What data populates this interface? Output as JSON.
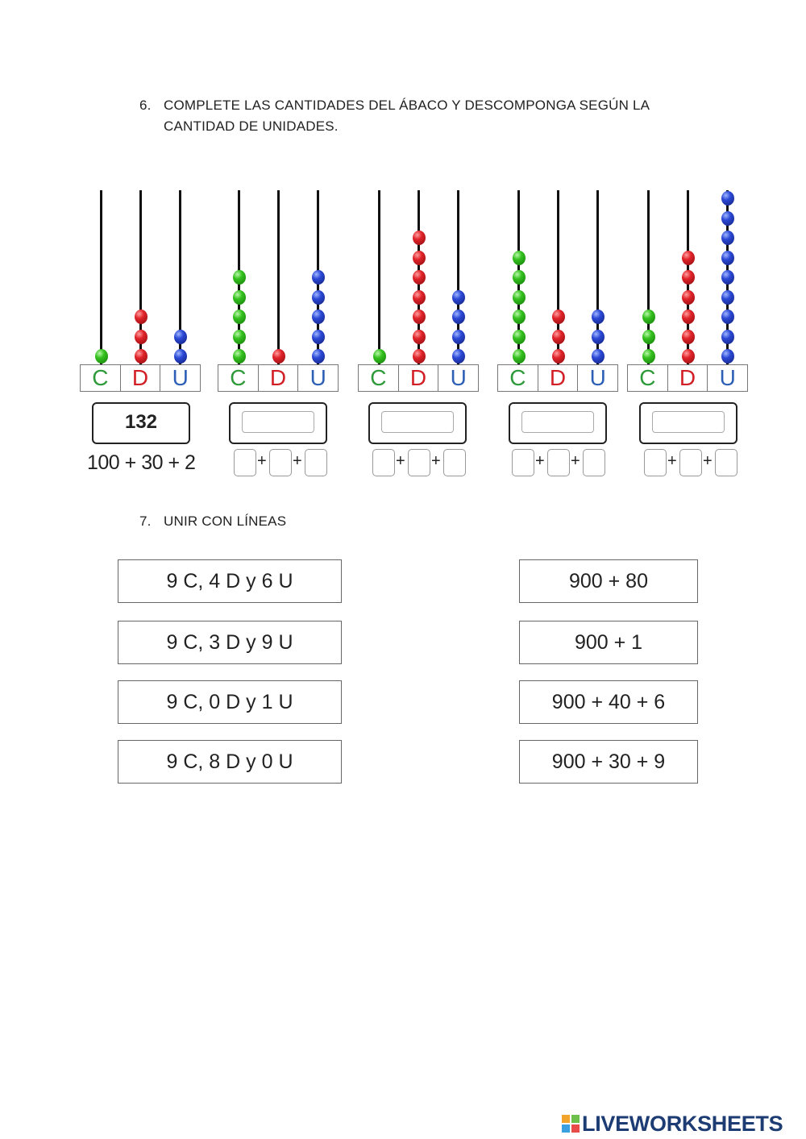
{
  "section6": {
    "number": "6.",
    "text_line1": "COMPLETE LAS CANTIDADES DEL ÁBACO Y DESCOMPONGA SEGÚN LA",
    "text_line2": "CANTIDAD DE UNIDADES."
  },
  "abacus_labels": {
    "c": "C",
    "d": "D",
    "u": "U"
  },
  "colors": {
    "c": "#2e9a3a",
    "d": "#d21f26",
    "u": "#2c5fb5"
  },
  "abaci": [
    {
      "beads": [
        1,
        3,
        2
      ],
      "answer": "132",
      "decomposition": "100 + 30 + 2"
    },
    {
      "beads": [
        5,
        1,
        5
      ],
      "answer": "",
      "decomposition": ""
    },
    {
      "beads": [
        1,
        7,
        4
      ],
      "answer": "",
      "decomposition": ""
    },
    {
      "beads": [
        6,
        3,
        3
      ],
      "answer": "",
      "decomposition": ""
    },
    {
      "beads": [
        3,
        6,
        9
      ],
      "answer": "",
      "decomposition": ""
    }
  ],
  "plus_sign": "+",
  "section7": {
    "number": "7.",
    "text": "UNIR CON LÍNEAS",
    "left": [
      "9 C, 4 D y 6 U",
      "9 C, 3 D y 9 U",
      "9 C, 0 D y 1 U",
      "9 C, 8 D y 0 U"
    ],
    "right": [
      "900 + 80",
      "900 + 1",
      "900 + 40 + 6",
      "900 + 30 + 9"
    ]
  },
  "logo": {
    "text": "LIVEWORKSHEETS",
    "mark_colors": [
      "#f2a42a",
      "#6cc04a",
      "#3aa0e0",
      "#e94b4b"
    ]
  }
}
